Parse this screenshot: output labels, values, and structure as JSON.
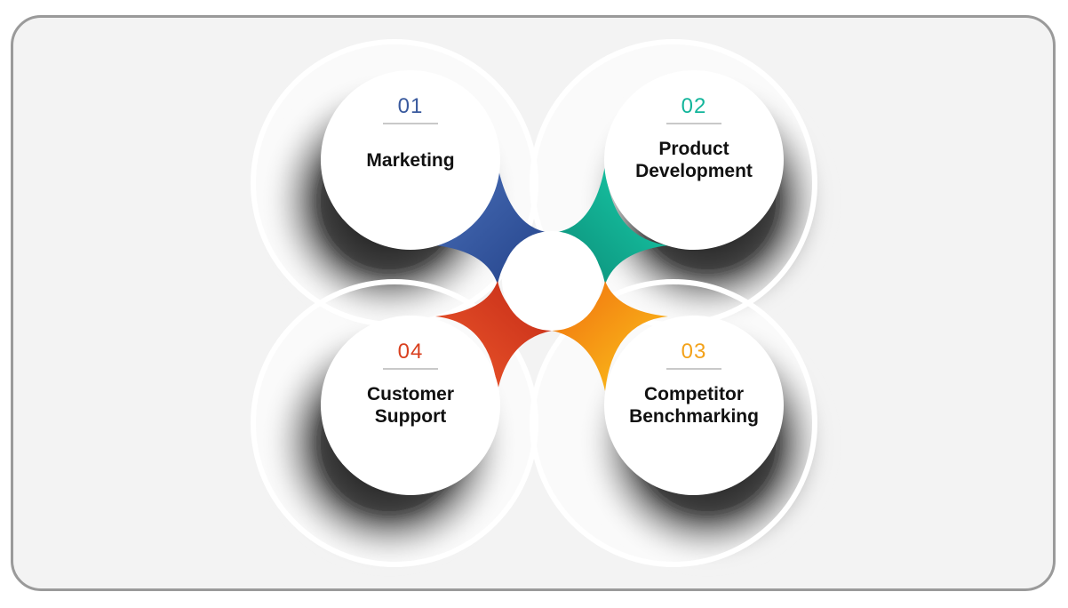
{
  "diagram": {
    "items": [
      {
        "number": "01",
        "label": "Marketing",
        "color": "#3a5a9e"
      },
      {
        "number": "02",
        "label": "Product\nDevelopment",
        "color": "#13b59b"
      },
      {
        "number": "03",
        "label": "Competitor\nBenchmarking",
        "color": "#f3a21a"
      },
      {
        "number": "04",
        "label": "Customer\nSupport",
        "color": "#d9401f"
      }
    ],
    "colors": {
      "marketing_arm": [
        "#2c4f97",
        "#4a6fb8"
      ],
      "product_arm": [
        "#0f9e87",
        "#19c9a8"
      ],
      "competitor_arm": [
        "#f07a10",
        "#fbc21a"
      ],
      "support_arm": [
        "#c9321b",
        "#e8542a"
      ],
      "background": "#f3f3f3",
      "border": "#9a9a9a"
    }
  }
}
